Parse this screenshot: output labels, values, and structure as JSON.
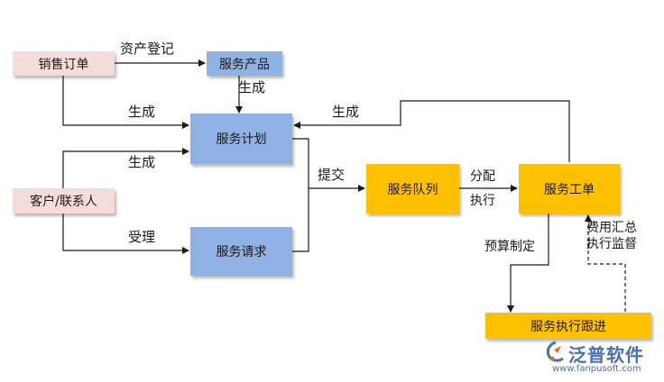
{
  "nodes": {
    "sales_order": "销售订单",
    "service_product": "服务产品",
    "service_plan": "服务计划",
    "customer": "客户/联系人",
    "service_request": "服务请求",
    "service_queue": "服务队列",
    "service_ticket": "服务工单",
    "service_tracking": "服务执行跟进"
  },
  "edge_labels": {
    "asset_register": "资产登记",
    "generate_from_product": "生成",
    "generate_from_order": "生成",
    "generate_from_ticket": "生成",
    "generate_from_customer": "生成",
    "accept": "受理",
    "submit": "提交",
    "assign": "分配",
    "execute": "执行",
    "budget": "预算制定",
    "cost_summary": "费用汇总",
    "exec_monitor": "执行监督"
  },
  "brand": {
    "name": "泛普软件",
    "url": "www.fanpusoft.com"
  },
  "colors": {
    "source_box": "#f5dcd8",
    "process_box": "#8fb1e3",
    "execution_box": "#ffc000",
    "line": "#1a1a1a"
  }
}
